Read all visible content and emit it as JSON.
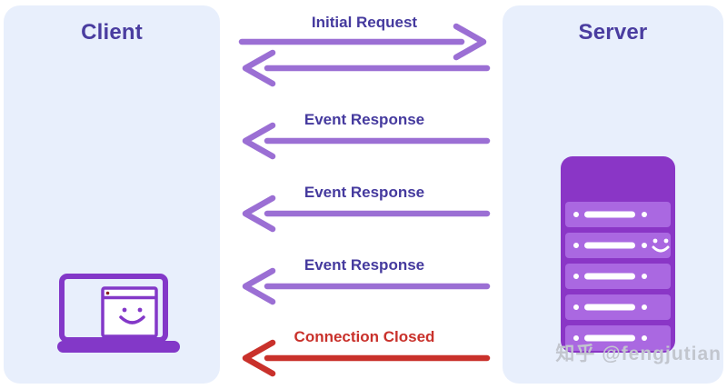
{
  "colors": {
    "page_bg": "#ffffff",
    "panel_bg": "#e8effc",
    "title_text": "#4a3da0",
    "label_text": "#453a9e",
    "label_red": "#c9312b",
    "arrow_purple": "#9b6fd4",
    "arrow_red": "#c9312b",
    "icon_purple": "#8338c8",
    "laptop_dot": "#8b2020",
    "server_dark": "#8a36c6",
    "server_light": "#aa68e1",
    "watermark_text": "#c2c6ce"
  },
  "client_panel": {
    "title": "Client",
    "icon": "laptop-browser-smiley-icon"
  },
  "server_panel": {
    "title": "Server",
    "icon": "server-rack-smiley-icon"
  },
  "messages": [
    {
      "label": "Initial Request",
      "direction": "right",
      "color": "purple"
    },
    {
      "label": "",
      "direction": "left",
      "color": "purple"
    },
    {
      "label": "Event Response",
      "direction": "left",
      "color": "purple"
    },
    {
      "label": "Event Response",
      "direction": "left",
      "color": "purple"
    },
    {
      "label": "Event Response",
      "direction": "left",
      "color": "purple"
    },
    {
      "label": "Connection Closed",
      "direction": "left",
      "color": "red"
    }
  ],
  "watermark": "知乎 @fengjutian"
}
